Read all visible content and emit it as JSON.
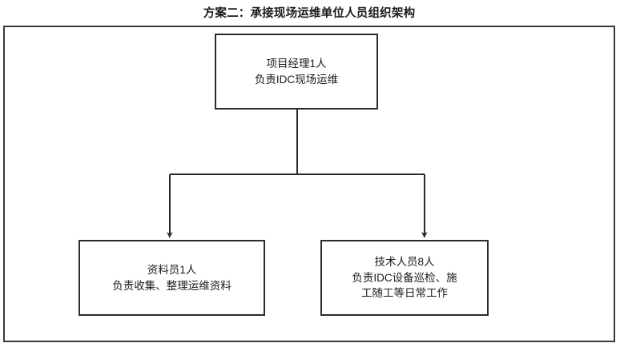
{
  "diagram": {
    "type": "org-chart",
    "title": "方案二：承接现场运维单位人员组织架构",
    "orientation": "top-down",
    "frame": {
      "border_color": "#3a3a3a",
      "background": "#ffffff"
    },
    "node_style": {
      "shape": "rectangle",
      "border_color": "#2b2b2b",
      "fill": "#ffffff",
      "text_color": "#1a1a1a"
    },
    "connector_style": {
      "color": "#2b2b2b",
      "arrowhead": "filled-triangle",
      "routing": "orthogonal"
    },
    "nodes": [
      {
        "id": "manager",
        "level": 0,
        "lines": [
          "项目经理1人",
          "负责IDC现场运维"
        ],
        "headcount": 1,
        "role": "项目经理"
      },
      {
        "id": "clerk",
        "level": 1,
        "lines": [
          "资料员1人",
          "负责收集、整理运维资料"
        ],
        "headcount": 1,
        "role": "资料员"
      },
      {
        "id": "technician",
        "level": 1,
        "lines": [
          "技术人员8人",
          "负责IDC设备巡检、施",
          "工随工等日常工作"
        ],
        "headcount": 8,
        "role": "技术人员"
      }
    ],
    "edges": [
      {
        "from": "manager",
        "to": "clerk"
      },
      {
        "from": "manager",
        "to": "technician"
      }
    ]
  }
}
